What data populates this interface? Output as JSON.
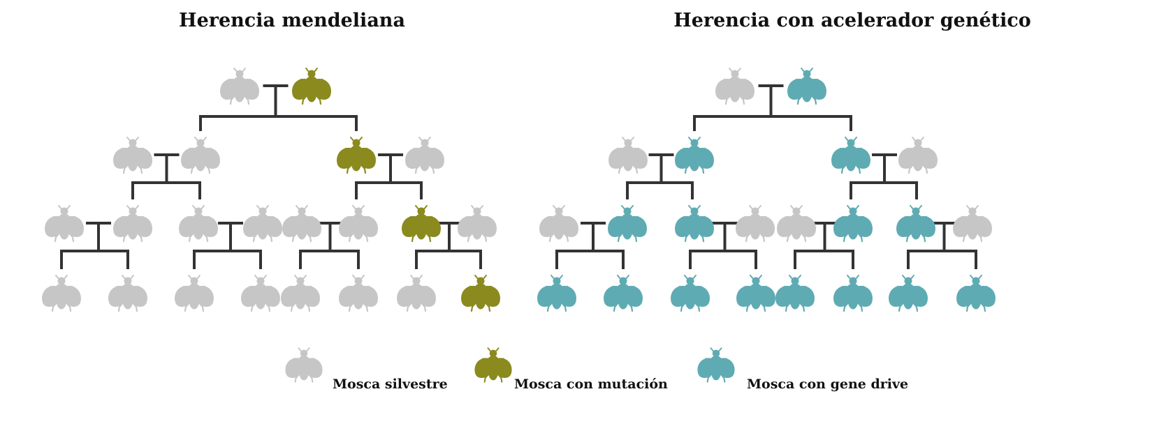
{
  "colors": {
    "wild": "#c6c6c6",
    "mutation": "#8a8a1e",
    "drive": "#5fabb3",
    "line": "#333333"
  },
  "icons": {
    "fly": "fly-icon"
  },
  "titles": {
    "mendelian": "Herencia mendeliana",
    "gene_drive": "Herencia con acelerador genético"
  },
  "diagrams": {
    "mendelian": {
      "generations": [
        [
          "wild",
          "mutation"
        ],
        [
          "wild",
          "wild",
          "mutation",
          "wild"
        ],
        [
          "wild",
          "wild",
          "wild",
          "wild",
          "wild",
          "wild",
          "mutation",
          "wild"
        ],
        [
          "wild",
          "wild",
          "wild",
          "wild",
          "wild",
          "wild",
          "wild",
          "mutation"
        ]
      ]
    },
    "gene_drive": {
      "generations": [
        [
          "wild",
          "drive"
        ],
        [
          "wild",
          "drive",
          "drive",
          "wild"
        ],
        [
          "wild",
          "drive",
          "drive",
          "wild",
          "wild",
          "drive",
          "drive",
          "wild"
        ],
        [
          "drive",
          "drive",
          "drive",
          "drive",
          "drive",
          "drive",
          "drive",
          "drive"
        ]
      ]
    }
  },
  "legend": [
    {
      "type": "wild",
      "label": "Mosca silvestre"
    },
    {
      "type": "mutation",
      "label": "Mosca con mutación"
    },
    {
      "type": "drive",
      "label": "Mosca con gene drive"
    }
  ]
}
